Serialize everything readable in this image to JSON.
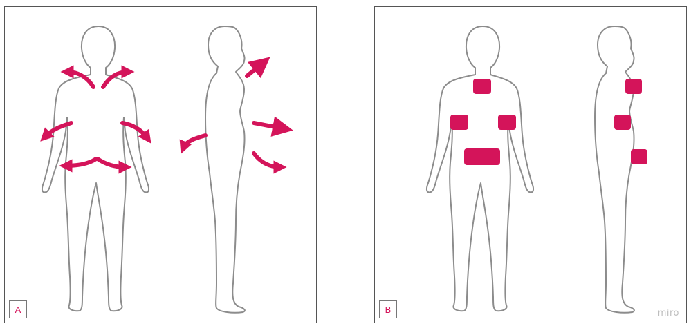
{
  "panels": [
    {
      "id": "A",
      "label": "A"
    },
    {
      "id": "B",
      "label": "B"
    }
  ],
  "watermark": "miro",
  "colors": {
    "accent": "#d4145a",
    "outline": "#8c8c8c",
    "border": "#555555"
  }
}
